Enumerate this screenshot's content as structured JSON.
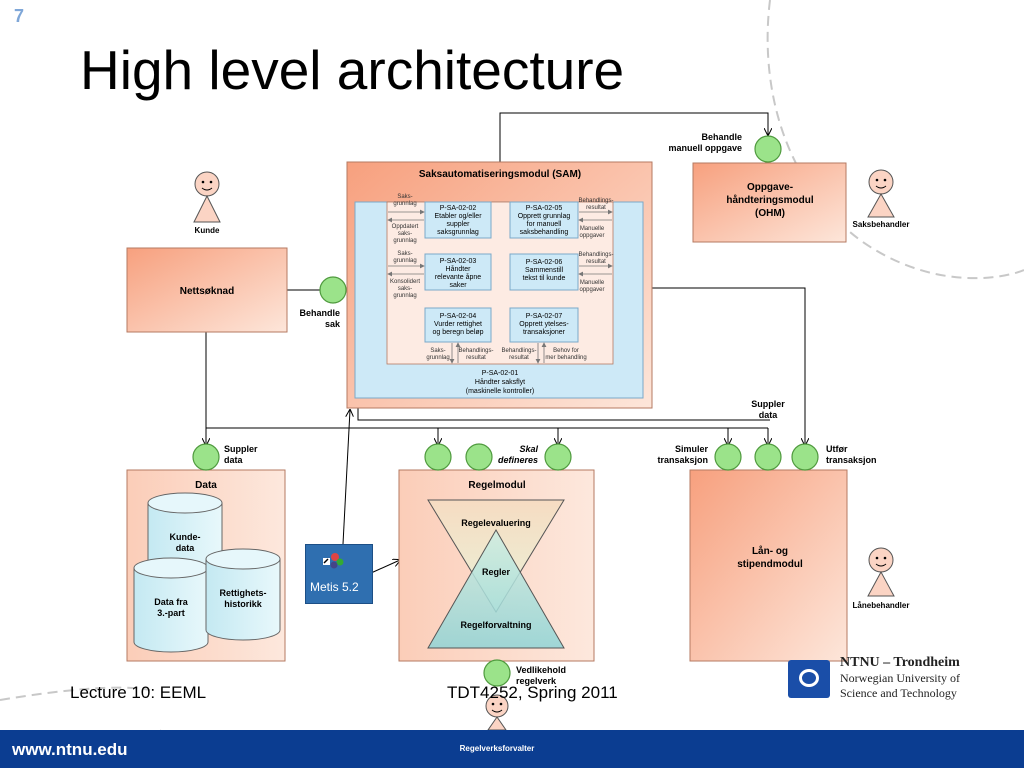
{
  "slide": {
    "number": "7",
    "title": "High level architecture",
    "footer_left": "Lecture 10: EEML",
    "footer_center": "TDT4252, Spring 2011",
    "url": "www.ntnu.edu",
    "ntnu": {
      "line1": "NTNU – Trondheim",
      "line2": "Norwegian University of",
      "line3": "Science and Technology"
    }
  },
  "actors": {
    "kunde": "Kunde",
    "saksbehandler": "Saksbehandler",
    "lanebehandler": "Lånebehandler",
    "regelverksforvalter": "Regelverksforvalter"
  },
  "modules": {
    "nettsoknad": "Nettsøknad",
    "sam_title": "Saksautomatiseringsmodul (SAM)",
    "ohm": [
      "Oppgave-",
      "håndteringsmodul",
      "(OHM)"
    ],
    "data": "Data",
    "regelmodul": "Regelmodul",
    "lan": [
      "Lån- og",
      "stipendmodul"
    ]
  },
  "interfaces": {
    "behandle_manuell": [
      "Behandle",
      "manuell oppgave"
    ],
    "behandle_sak": [
      "Behandle",
      "sak"
    ],
    "suppler_data_left": [
      "Suppler",
      "data"
    ],
    "suppler_data_right": [
      "Suppler",
      "data"
    ],
    "skal_defineres": [
      "Skal",
      "defineres"
    ],
    "simuler": [
      "Simuler",
      "transaksjon"
    ],
    "utfor": [
      "Utfør",
      "transaksjon"
    ],
    "vedlikehold": [
      "Vedlikehold",
      "regelverk"
    ]
  },
  "sam": {
    "processes": [
      [
        "P-SA-02-02",
        "Etabler og/eller",
        "suppler",
        "saksgrunnlag"
      ],
      [
        "P-SA-02-05",
        "Opprett grunnlag",
        "for manuell",
        "saksbehandling"
      ],
      [
        "P-SA-02-03",
        "Håndter",
        "relevante åpne",
        "saker"
      ],
      [
        "P-SA-02-06",
        "Sammenstill",
        "tekst til kunde"
      ],
      [
        "P-SA-02-04",
        "Vurder rettighet",
        "og beregn beløp"
      ],
      [
        "P-SA-02-07",
        "Opprett ytelses-",
        "transaksjoner"
      ]
    ],
    "outer": [
      "P-SA-02-01",
      "Håndter saksflyt",
      "(maskinelle kontroller)"
    ],
    "flows": {
      "saksgrunnlag1": [
        "Saks-",
        "grunnlag"
      ],
      "oppdatert": [
        "Oppdatert",
        "saks-",
        "grunnlag"
      ],
      "saksgrunnlag2": [
        "Saks-",
        "grunnlag"
      ],
      "konsolidert": [
        "Konsolidert",
        "saks-",
        "grunnlag"
      ],
      "behandlingsresultat1": [
        "Behandlings-",
        "resultat"
      ],
      "manuelle1": [
        "Manuelle",
        "oppgaver"
      ],
      "behandlingsresultat2": [
        "Behandlings-",
        "resultat"
      ],
      "manuelle2": [
        "Manuelle",
        "oppgaver"
      ],
      "b_saksgrunnlag": [
        "Saks-",
        "grunnlag"
      ],
      "b_behandlingsresultat": [
        "Behandlings-",
        "resultat"
      ],
      "b_behandlingsresultat2": [
        "Behandlings-",
        "resultat"
      ],
      "b_behov": [
        "Behov for",
        "mer behandling"
      ]
    }
  },
  "data_stores": {
    "kundedata": [
      "Kunde-",
      "data"
    ],
    "datafra": [
      "Data fra",
      "3.-part"
    ],
    "rettighets": [
      "Rettighets-",
      "historikk"
    ]
  },
  "regel": {
    "evaluering": "Regelevaluering",
    "regler": "Regler",
    "forvaltning": "Regelforvaltning"
  },
  "metis": "Metis 5.2"
}
